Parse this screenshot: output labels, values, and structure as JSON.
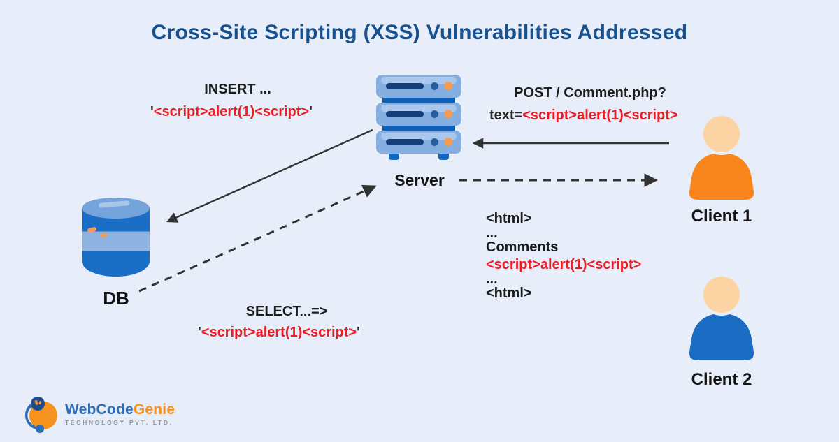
{
  "title": "Cross-Site Scripting (XSS) Vulnerabilities Addressed",
  "colors": {
    "background": "#e8eef9",
    "title_blue": "#17518f",
    "payload_red": "#ee1b22",
    "text_black": "#1d1d1d",
    "arrow": "#333333",
    "server_light_blue": "#85afe1",
    "server_dark_blue": "#1160b5",
    "db_dark_blue": "#1a6ec6",
    "db_light_blue": "#8fb3e0",
    "client1_orange": "#f8861d",
    "client2_blue": "#1a6dc2",
    "skin": "#fcd4a3",
    "logo_blue": "#2e6cb5",
    "logo_orange": "#f6921e"
  },
  "nodes": {
    "server": {
      "label": "Server"
    },
    "db": {
      "label": "DB"
    },
    "client1": {
      "label": "Client 1"
    },
    "client2": {
      "label": "Client 2"
    }
  },
  "messages": {
    "insert": {
      "line1": "INSERT ...",
      "quote_open": "'",
      "payload": "<script>alert(1)<script>",
      "quote_close": "'"
    },
    "post": {
      "line1": "POST / Comment.php?",
      "prefix": "text=",
      "payload": "<script>alert(1)<script>"
    },
    "select": {
      "line1": "SELECT...=>",
      "quote_open": "'",
      "payload": "<script>alert(1)<script>",
      "quote_close": "'"
    },
    "response": {
      "line1": "<html>",
      "line2": "...",
      "line3": "Comments",
      "payload": "<script>alert(1)<script>",
      "line5": "...",
      "line6": "<html>"
    }
  },
  "logo": {
    "name_primary": "WebCode",
    "name_secondary": "Genie",
    "tagline": "TECHNOLOGY PVT. LTD."
  }
}
